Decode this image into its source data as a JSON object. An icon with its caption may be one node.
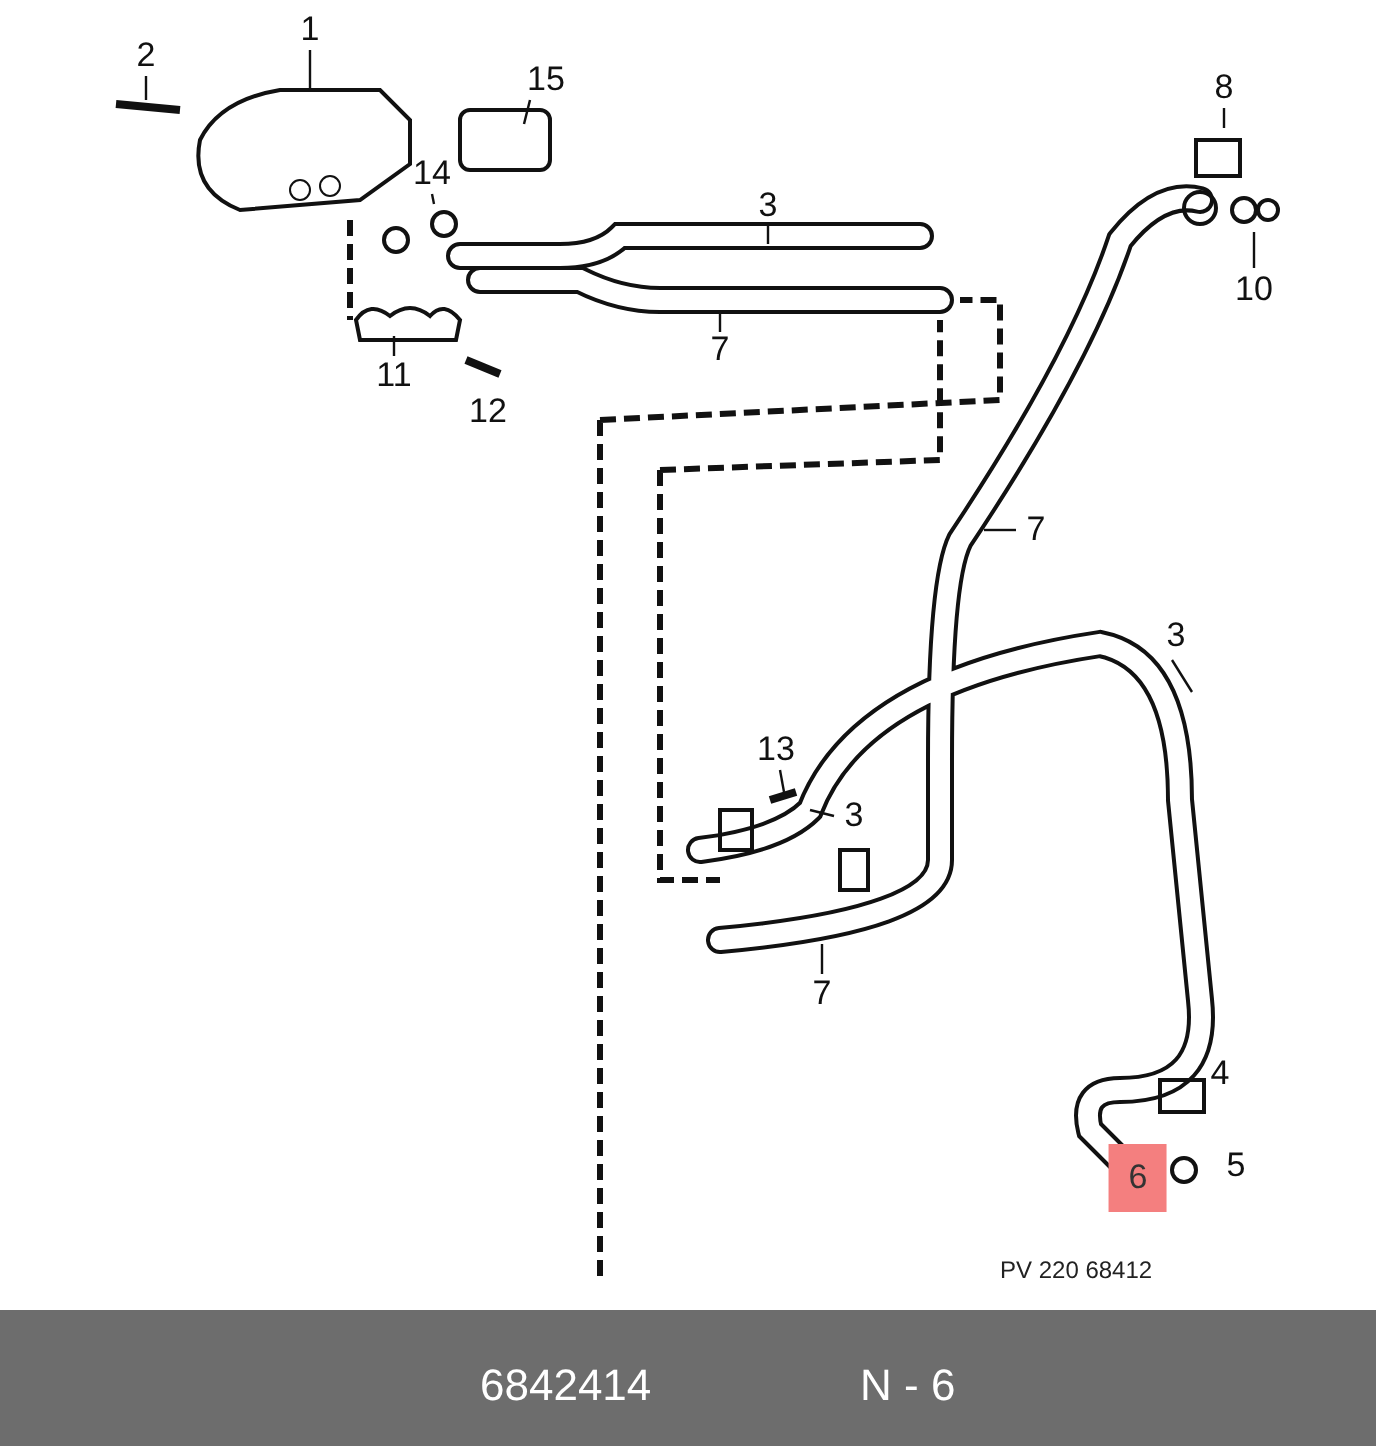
{
  "diagram": {
    "nodes": [
      {
        "text": [
          "1"
        ]
      },
      {
        "text": [
          "2"
        ]
      },
      {
        "text": [
          "15"
        ]
      },
      {
        "text": [
          "14"
        ]
      },
      {
        "text": [
          "3"
        ]
      },
      {
        "text": [
          "7"
        ]
      },
      {
        "text": [
          "11"
        ]
      },
      {
        "text": [
          "12"
        ]
      },
      {
        "text": [
          "8"
        ]
      },
      {
        "text": [
          "10"
        ]
      },
      {
        "text": [
          "7"
        ]
      },
      {
        "text": [
          "3"
        ]
      },
      {
        "text": [
          "13"
        ]
      },
      {
        "text": [
          "3"
        ]
      },
      {
        "text": [
          "7"
        ]
      },
      {
        "text": [
          "4"
        ]
      },
      {
        "text": [
          "5"
        ]
      },
      {
        "text": [
          "6"
        ]
      }
    ],
    "edges": [
      {
        "from": 0,
        "to": null,
        "arrow": "none"
      },
      {
        "from": 1,
        "to": null,
        "arrow": "none"
      },
      {
        "from": 2,
        "to": null,
        "arrow": "none"
      },
      {
        "from": 3,
        "to": null,
        "arrow": "none"
      },
      {
        "from": 4,
        "to": null,
        "arrow": "none"
      },
      {
        "from": 5,
        "to": null,
        "arrow": "none"
      },
      {
        "from": 6,
        "to": null,
        "arrow": "none"
      },
      {
        "from": 8,
        "to": null,
        "arrow": "none"
      },
      {
        "from": 9,
        "to": null,
        "arrow": "none"
      },
      {
        "from": 10,
        "to": null,
        "arrow": "none"
      },
      {
        "from": 11,
        "to": null,
        "arrow": "none"
      },
      {
        "from": 12,
        "to": null,
        "arrow": "none"
      },
      {
        "from": 13,
        "to": null,
        "arrow": "none"
      },
      {
        "from": 14,
        "to": null,
        "arrow": "none"
      }
    ],
    "labels": [
      "PV 220 68412",
      "6842414",
      "N - 6"
    ]
  }
}
